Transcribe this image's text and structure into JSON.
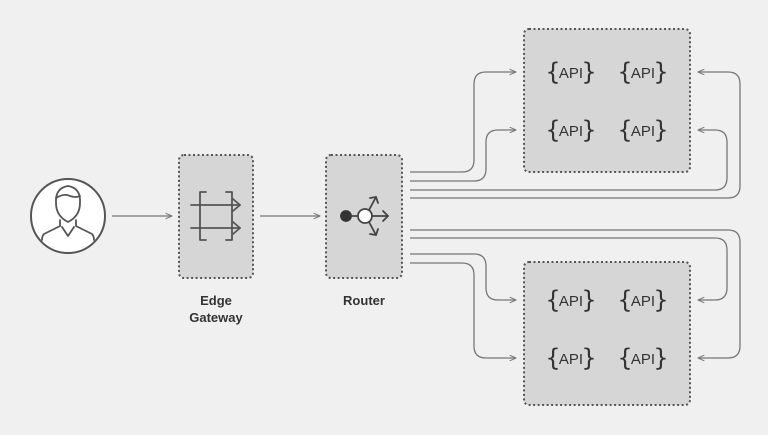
{
  "nodes": {
    "user": {
      "icon": "user-avatar-icon"
    },
    "edge_gateway": {
      "label_line1": "Edge",
      "label_line2": "Gateway",
      "icon": "gateway-arrows-icon"
    },
    "router": {
      "label": "Router",
      "icon": "router-branch-icon"
    }
  },
  "api_groups": [
    {
      "apis": [
        {
          "label": "API"
        },
        {
          "label": "API"
        },
        {
          "label": "API"
        },
        {
          "label": "API"
        }
      ]
    },
    {
      "apis": [
        {
          "label": "API"
        },
        {
          "label": "API"
        },
        {
          "label": "API"
        },
        {
          "label": "API"
        }
      ]
    }
  ],
  "colors": {
    "background": "#f0f0f0",
    "box_fill": "#d6d6d6",
    "box_border": "#555555",
    "line": "#777777",
    "text": "#333333"
  }
}
